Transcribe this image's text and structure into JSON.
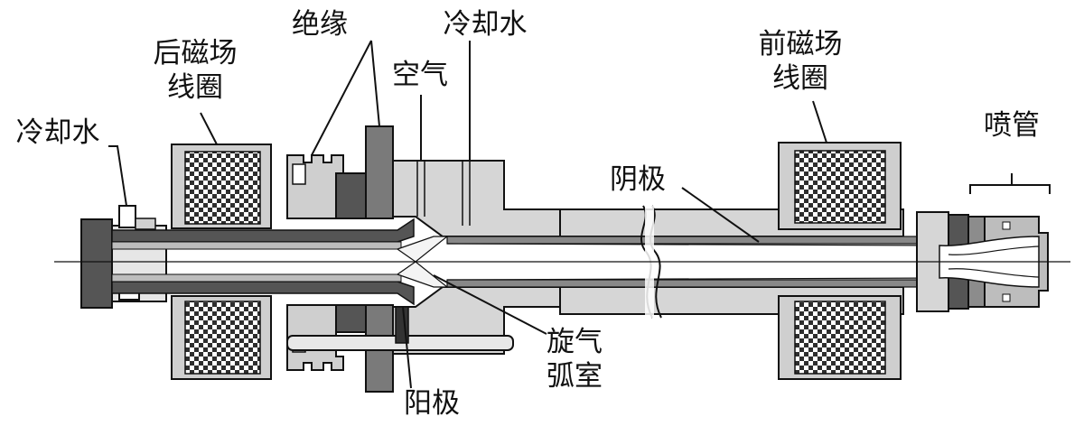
{
  "labels": {
    "rear_coil_line1": "后磁场",
    "rear_coil_line2": "线圈",
    "insulation": "绝缘",
    "cooling_water_top": "冷却水",
    "air": "空气",
    "cooling_water_left": "冷却水",
    "front_coil_line1": "前磁场",
    "front_coil_line2": "线圈",
    "nozzle": "喷管",
    "cathode": "阴极",
    "swirl_chamber_line1": "旋气",
    "swirl_chamber_line2": "弧室",
    "anode": "阳极"
  },
  "colors": {
    "outline": "#1a1a1a",
    "dark_metal": "#555555",
    "mid_metal": "#8c8c8c",
    "light_metal": "#bdbdbd",
    "pale_metal": "#d9d9d9",
    "coil_hatch": "#3a3a3a",
    "background": "#ffffff"
  }
}
